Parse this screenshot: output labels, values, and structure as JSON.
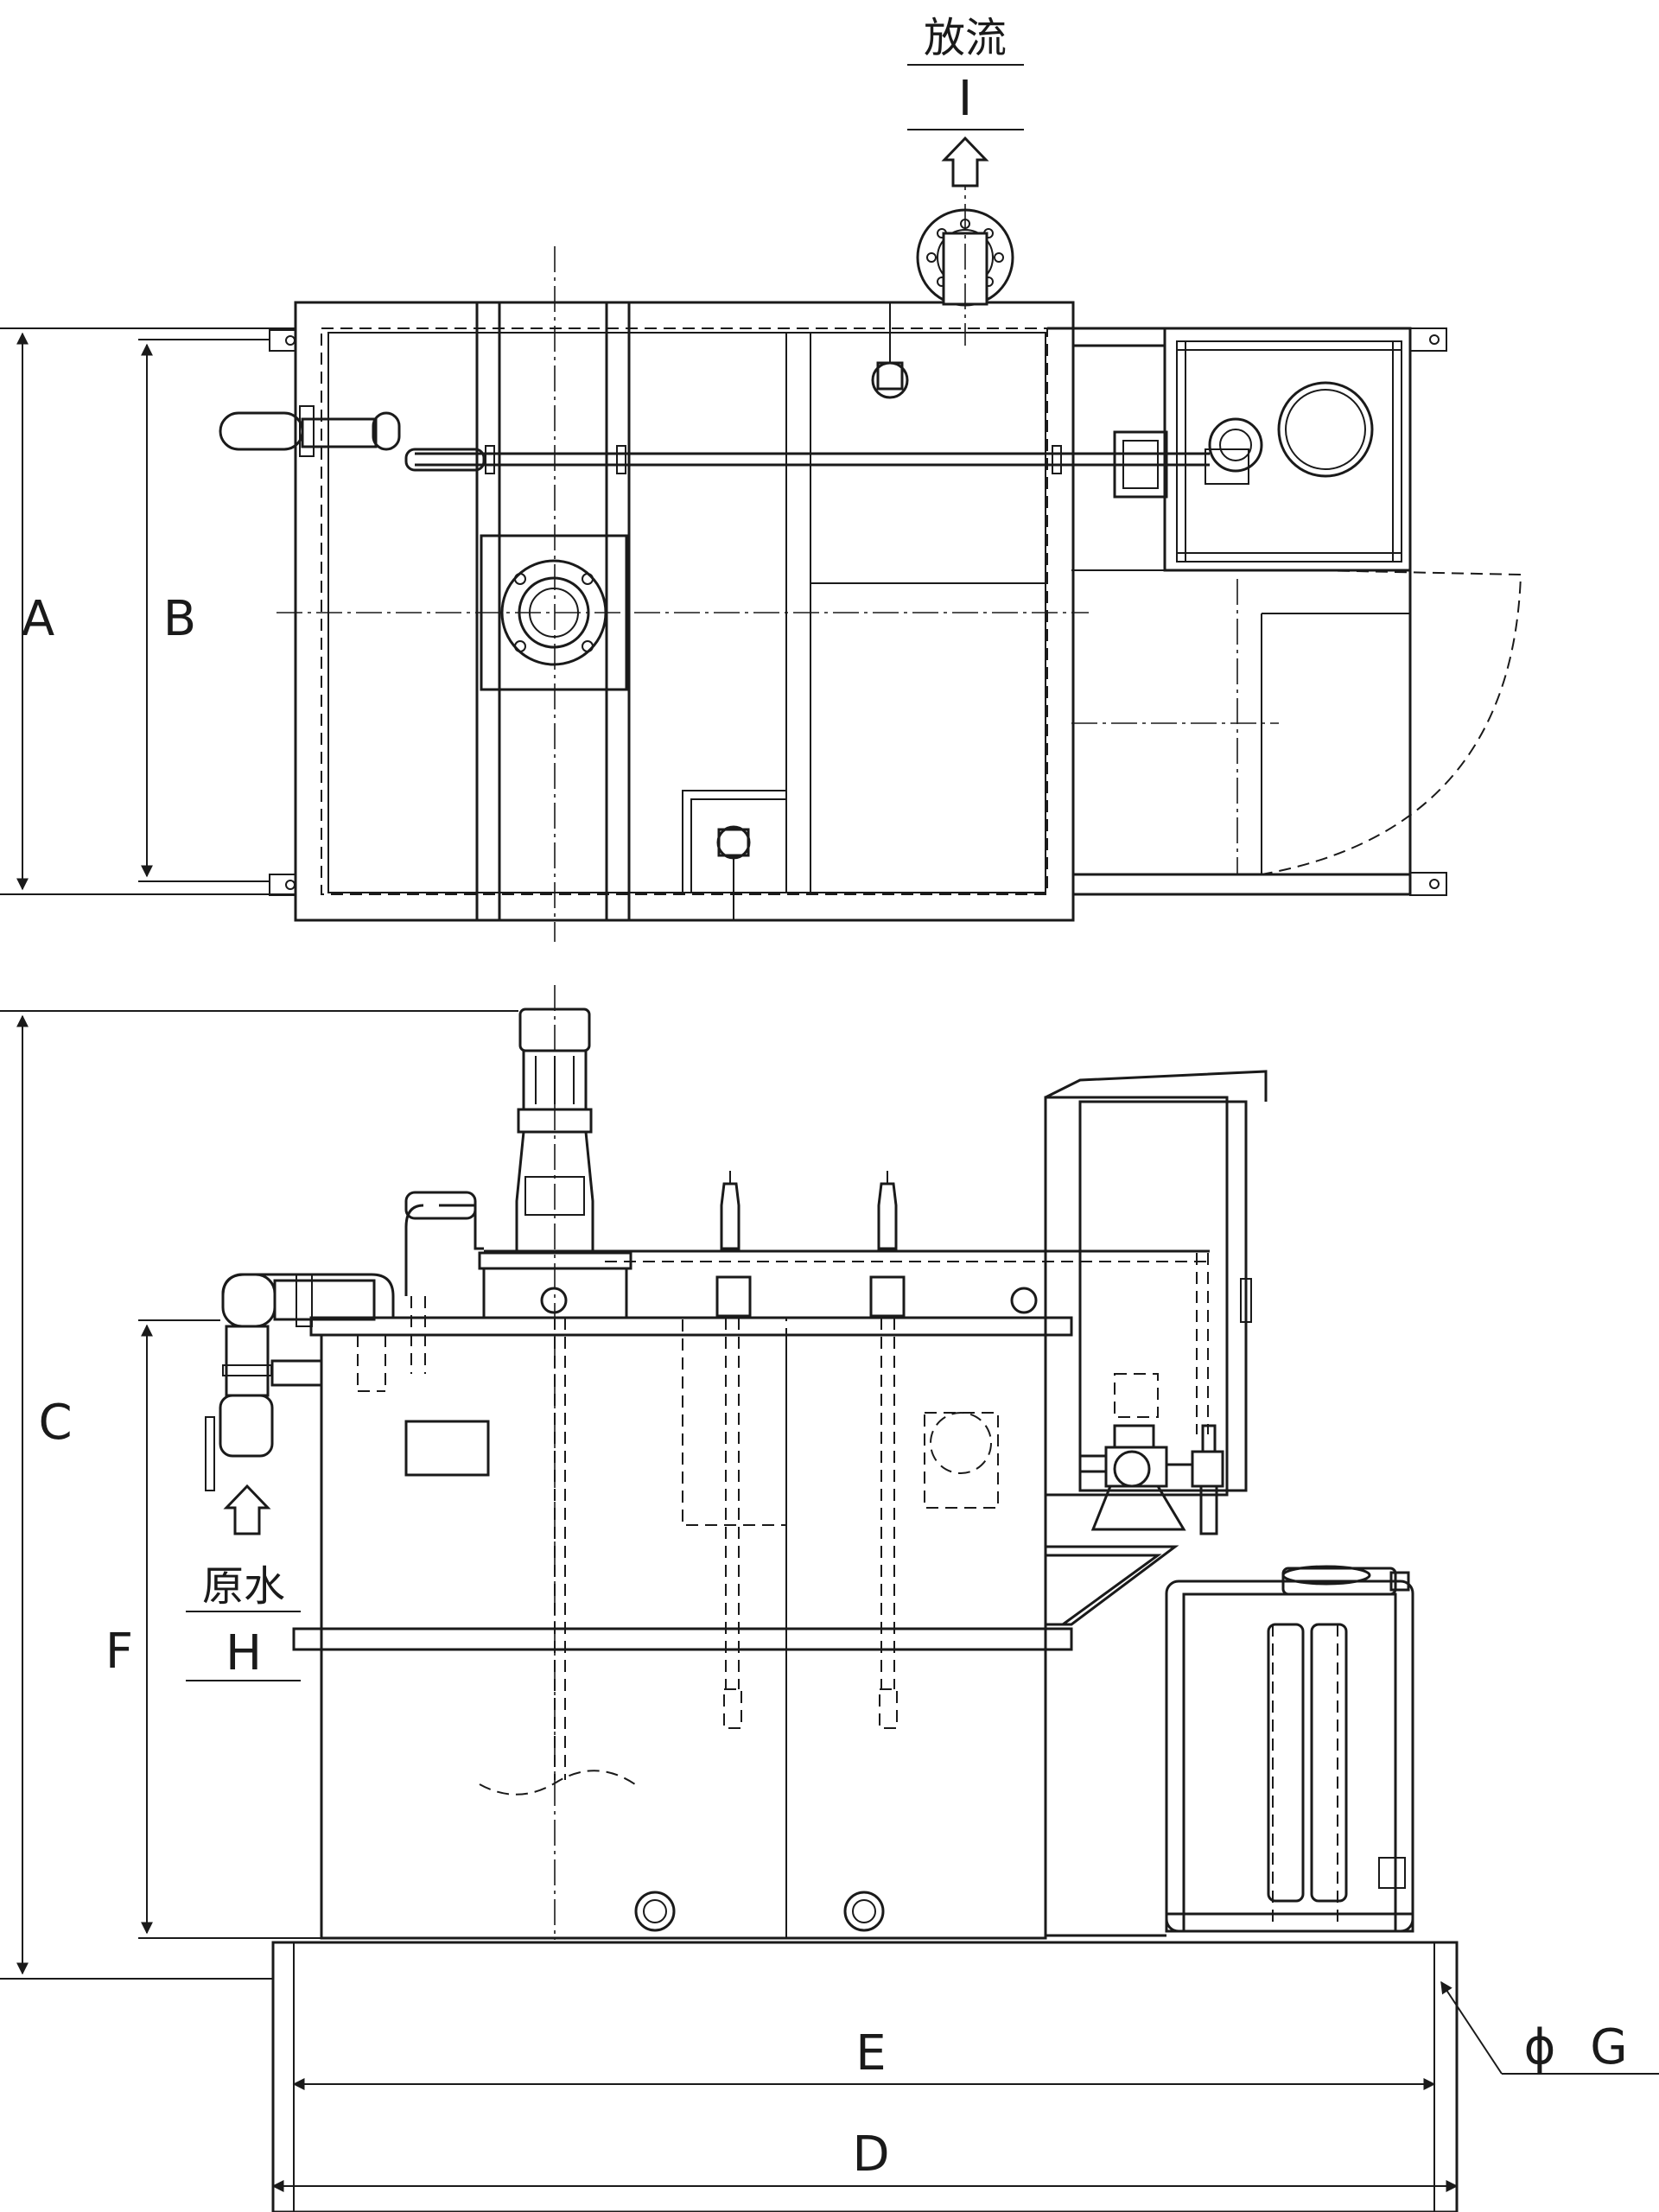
{
  "labels": {
    "A": "A",
    "B": "B",
    "C": "C",
    "D": "D",
    "E": "E",
    "F": "F",
    "G": "G",
    "G_prefix": "ϕ",
    "H": "H",
    "I": "I"
  },
  "annotations": {
    "outlet_label": "放流",
    "inlet_label": "原水"
  },
  "colors": {
    "line": "#1a1a1a",
    "background": "#ffffff"
  }
}
